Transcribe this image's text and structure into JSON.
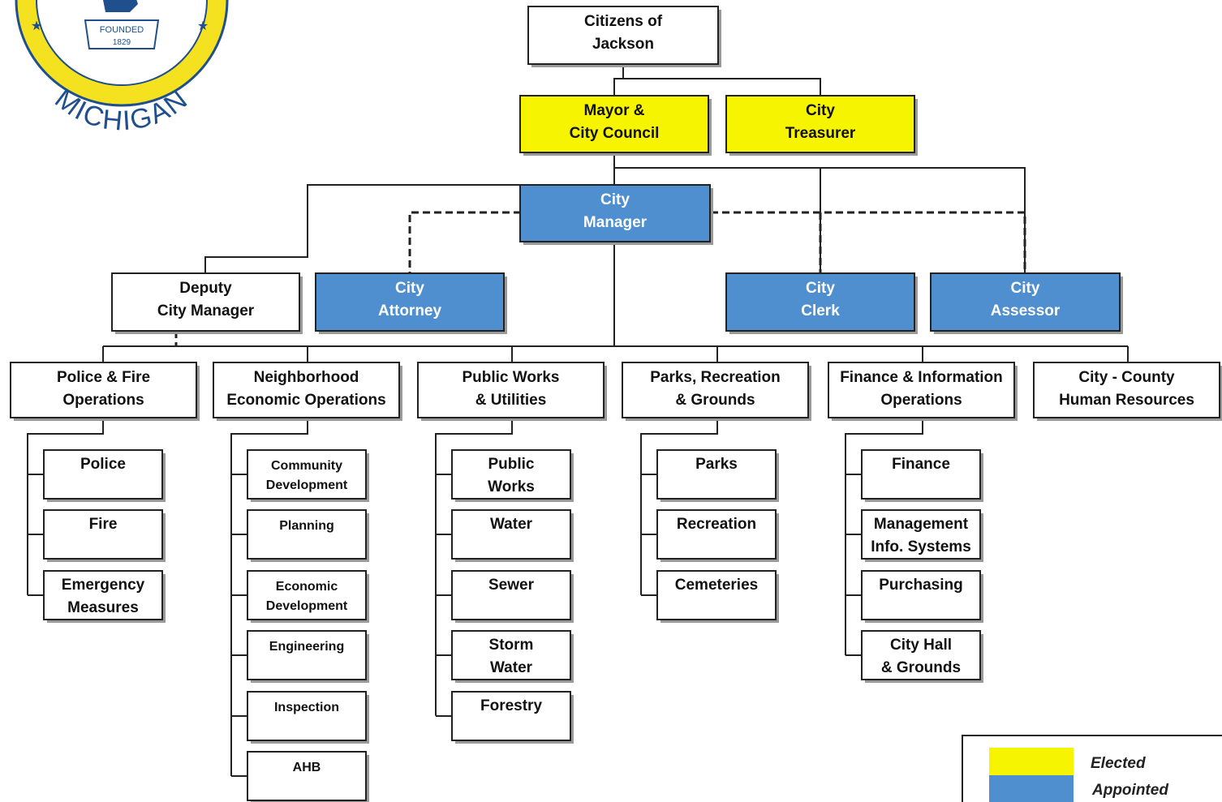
{
  "colors": {
    "elected": "#f7f400",
    "appointed": "#4f8fd0",
    "plain": "#ffffff",
    "line": "#222222",
    "seal_yellow": "#f4e11f",
    "seal_blue": "#1f4f8c"
  },
  "seal": {
    "founded": "FOUNDED",
    "year": "1829",
    "state": "MICHIGAN"
  },
  "top": {
    "citizens": [
      "Citizens of",
      "Jackson"
    ],
    "mayor": [
      "Mayor &",
      "City Council"
    ],
    "treasurer": [
      "City",
      "Treasurer"
    ],
    "manager": [
      "City",
      "Manager"
    ]
  },
  "middle": {
    "deputy": [
      "Deputy",
      "City Manager"
    ],
    "attorney": [
      "City",
      "Attorney"
    ],
    "clerk": [
      "City",
      "Clerk"
    ],
    "assessor": [
      "City",
      "Assessor"
    ]
  },
  "departments": [
    {
      "title": [
        "Police & Fire",
        "Operations"
      ],
      "units": [
        [
          "Police"
        ],
        [
          "Fire"
        ],
        [
          "Emergency",
          "Measures"
        ]
      ]
    },
    {
      "title": [
        "Neighborhood",
        "Economic Operations"
      ],
      "units": [
        [
          "Community",
          "Development"
        ],
        [
          "Planning"
        ],
        [
          "Economic",
          "Development"
        ],
        [
          "Engineering"
        ],
        [
          "Inspection"
        ],
        [
          "AHB"
        ]
      ]
    },
    {
      "title": [
        "Public Works",
        "& Utilities"
      ],
      "units": [
        [
          "Public",
          "Works"
        ],
        [
          "Water"
        ],
        [
          "Sewer"
        ],
        [
          "Storm",
          "Water"
        ],
        [
          "Forestry"
        ]
      ]
    },
    {
      "title": [
        "Parks, Recreation",
        "& Grounds"
      ],
      "units": [
        [
          "Parks"
        ],
        [
          "Recreation"
        ],
        [
          "Cemeteries"
        ]
      ]
    },
    {
      "title": [
        "Finance & Information",
        "Operations"
      ],
      "units": [
        [
          "Finance"
        ],
        [
          "Management",
          "Info. Systems"
        ],
        [
          "Purchasing"
        ],
        [
          "City Hall",
          "& Grounds"
        ]
      ]
    },
    {
      "title": [
        "City - County",
        "Human Resources"
      ],
      "units": []
    }
  ],
  "legend": {
    "elected": "Elected",
    "appointed": "Appointed"
  }
}
